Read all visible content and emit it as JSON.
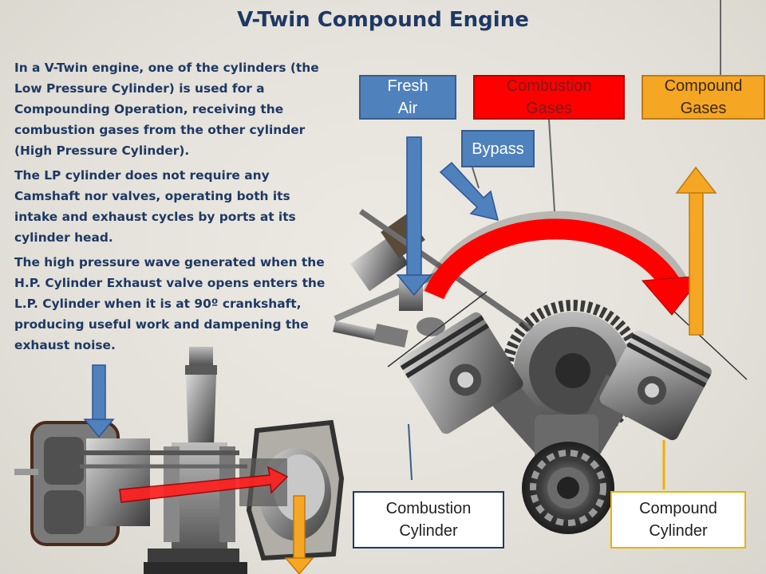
{
  "title": "V-Twin Compound Engine",
  "description": {
    "p1": "In a V-Twin engine, one of  the cylinders (the Low Pressure Cylinder) is used for a Compounding  Operation, receiving the combustion gases from the other cylinder (High Pressure Cylinder).",
    "p2": "The LP cylinder  does not require any Camshaft nor valves, operating both its intake and exhaust cycles by ports at its cylinder head.",
    "p3": "The high pressure wave generated when the H.P. Cylinder Exhaust valve opens enters the L.P. Cylinder when it is at 90º crankshaft, producing useful work and dampening the exhaust noise."
  },
  "labels": {
    "fresh_air": "Fresh\nAir",
    "combustion_gases": "Combustion\nGases",
    "compound_gases": "Compound\nGases",
    "bypass": "Bypass",
    "combustion_cylinder": "Combustion\nCylinder",
    "compound_cylinder": "Compound\nCylinder"
  },
  "colors": {
    "title_text": "#1f3864",
    "air_blue": "#4f81bd",
    "gas_red": "#ff0000",
    "compound_orange": "#f5a623"
  }
}
